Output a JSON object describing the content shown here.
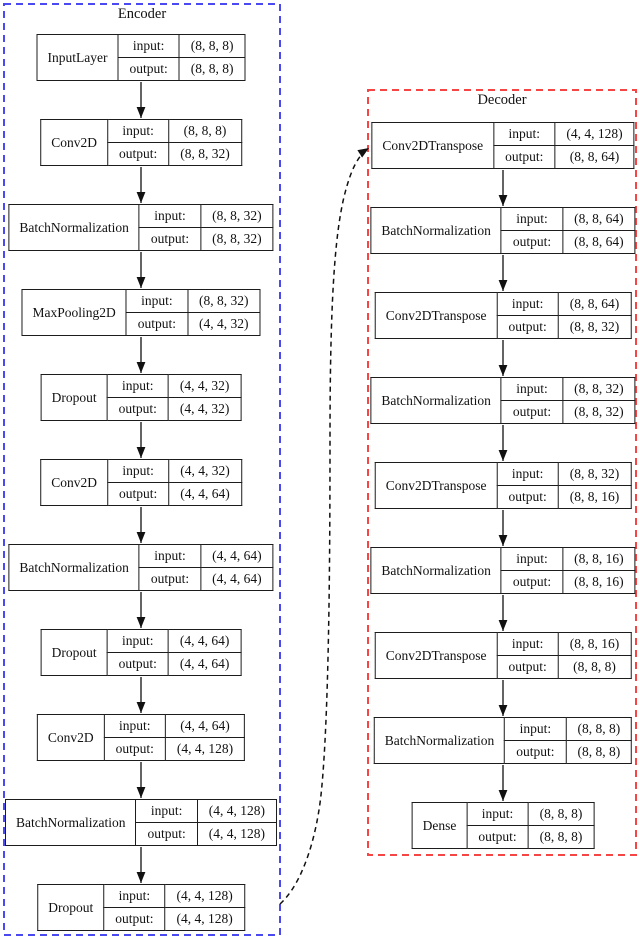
{
  "encoder": {
    "title": "Encoder",
    "layers": [
      {
        "name": "InputLayer",
        "input": "(8, 8, 8)",
        "output": "(8, 8, 8)"
      },
      {
        "name": "Conv2D",
        "input": "(8, 8, 8)",
        "output": "(8, 8, 32)"
      },
      {
        "name": "BatchNormalization",
        "input": "(8, 8, 32)",
        "output": "(8, 8, 32)"
      },
      {
        "name": "MaxPooling2D",
        "input": "(8, 8, 32)",
        "output": "(4, 4, 32)"
      },
      {
        "name": "Dropout",
        "input": "(4, 4, 32)",
        "output": "(4, 4, 32)"
      },
      {
        "name": "Conv2D",
        "input": "(4, 4, 32)",
        "output": "(4, 4, 64)"
      },
      {
        "name": "BatchNormalization",
        "input": "(4, 4, 64)",
        "output": "(4, 4, 64)"
      },
      {
        "name": "Dropout",
        "input": "(4, 4, 64)",
        "output": "(4, 4, 64)"
      },
      {
        "name": "Conv2D",
        "input": "(4, 4, 64)",
        "output": "(4, 4, 128)"
      },
      {
        "name": "BatchNormalization",
        "input": "(4, 4, 128)",
        "output": "(4, 4, 128)"
      },
      {
        "name": "Dropout",
        "input": "(4, 4, 128)",
        "output": "(4, 4, 128)"
      }
    ]
  },
  "decoder": {
    "title": "Decoder",
    "layers": [
      {
        "name": "Conv2DTranspose",
        "input": "(4, 4, 128)",
        "output": "(8, 8, 64)"
      },
      {
        "name": "BatchNormalization",
        "input": "(8, 8, 64)",
        "output": "(8, 8, 64)"
      },
      {
        "name": "Conv2DTranspose",
        "input": "(8, 8, 64)",
        "output": "(8, 8, 32)"
      },
      {
        "name": "BatchNormalization",
        "input": "(8, 8, 32)",
        "output": "(8, 8, 32)"
      },
      {
        "name": "Conv2DTranspose",
        "input": "(8, 8, 32)",
        "output": "(8, 8, 16)"
      },
      {
        "name": "BatchNormalization",
        "input": "(8, 8, 16)",
        "output": "(8, 8, 16)"
      },
      {
        "name": "Conv2DTranspose",
        "input": "(8, 8, 16)",
        "output": "(8, 8, 8)"
      },
      {
        "name": "BatchNormalization",
        "input": "(8, 8, 8)",
        "output": "(8, 8, 8)"
      },
      {
        "name": "Dense",
        "input": "(8, 8, 8)",
        "output": "(8, 8, 8)"
      }
    ]
  },
  "row_labels": {
    "input": "input:",
    "output": "output:"
  },
  "colors": {
    "encoder_border": "#4a4af0",
    "decoder_border": "#f54545",
    "box_border": "#1c1c1c",
    "arrow": "#111111"
  }
}
